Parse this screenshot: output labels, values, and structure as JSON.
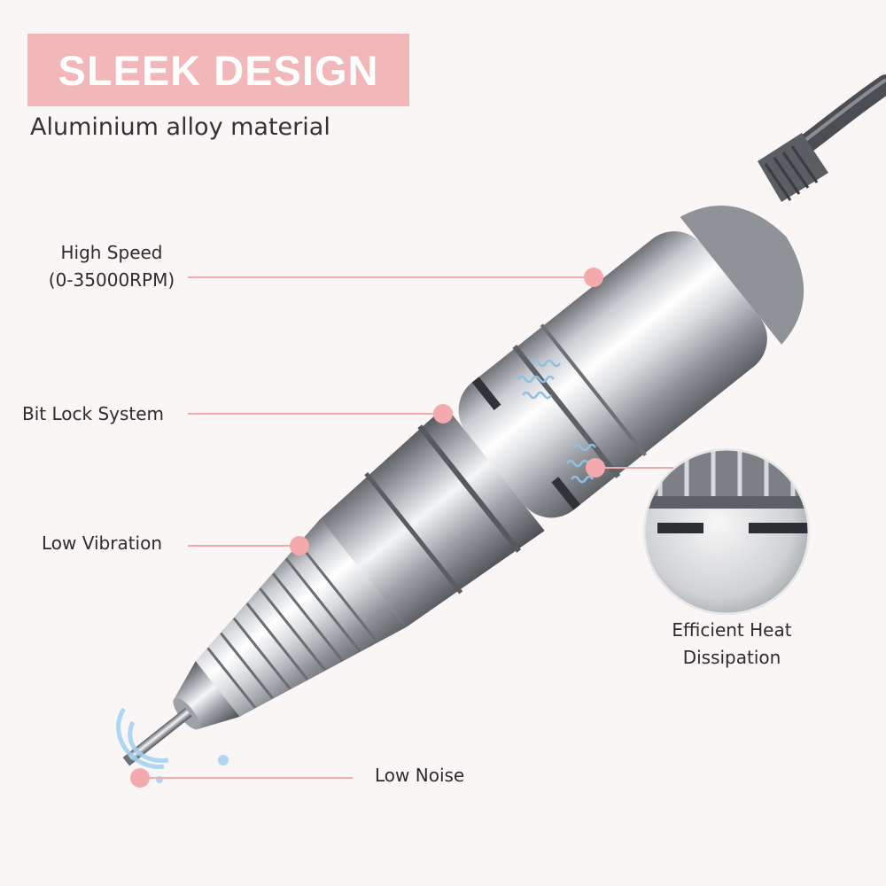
{
  "heading": {
    "title": "SLEEK DESIGN",
    "subtitle": "Aluminium alloy material"
  },
  "features": {
    "high_speed_line1": "High Speed",
    "high_speed_line2": "(0-35000RPM)",
    "bit_lock": "Bit Lock System",
    "low_vibration": "Low Vibration",
    "low_noise": "Low Noise",
    "heat_line1": "Efficient Heat",
    "heat_line2": "Dissipation"
  },
  "colors": {
    "accent_pink": "#f2b7b8",
    "marker_pink": "#f4a9ac",
    "background": "#fbf6f6",
    "text_dark": "#2c2c2c"
  },
  "icons": [
    "nail-drill-handpiece",
    "heat-wave-icon",
    "zoom-detail-circle",
    "sound-wave-icon"
  ]
}
